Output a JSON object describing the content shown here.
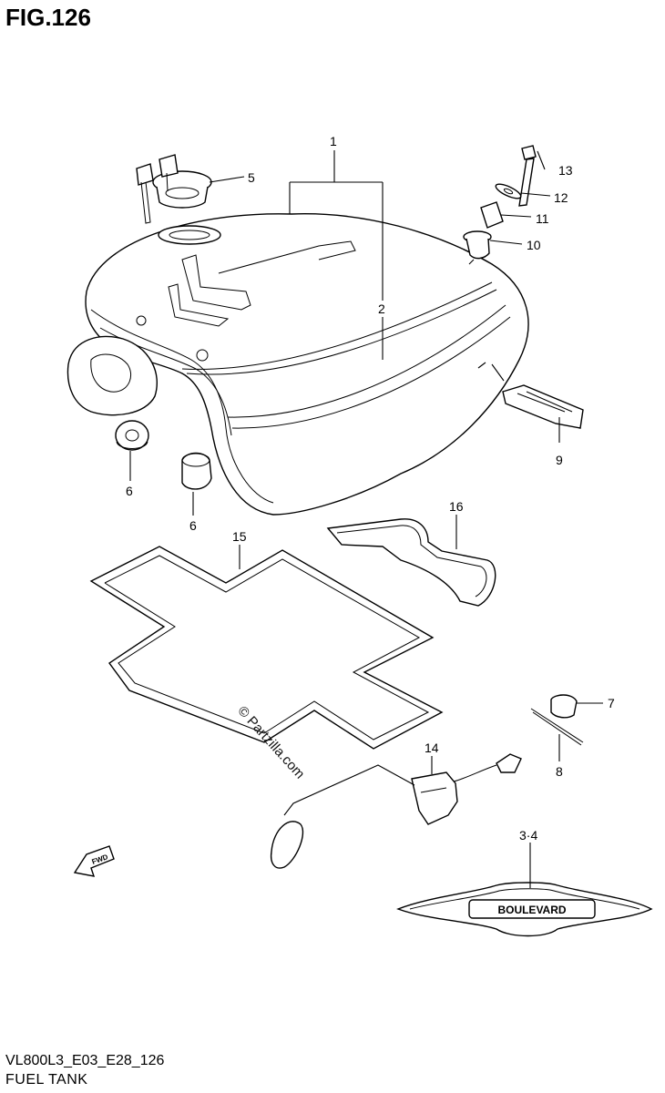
{
  "figure": {
    "title": "FIG.126",
    "code": "VL800L3_E03_E28_126",
    "name": "FUEL TANK",
    "watermark": "© Partzilla.com",
    "direction_mark": "FWD",
    "emblem_text": "BOULEVARD"
  },
  "callouts": [
    {
      "key": "c1",
      "label": "1"
    },
    {
      "key": "c2",
      "label": "2"
    },
    {
      "key": "c34",
      "label": "3·4"
    },
    {
      "key": "c5",
      "label": "5"
    },
    {
      "key": "c6a",
      "label": "6"
    },
    {
      "key": "c6b",
      "label": "6"
    },
    {
      "key": "c7",
      "label": "7"
    },
    {
      "key": "c8",
      "label": "8"
    },
    {
      "key": "c9",
      "label": "9"
    },
    {
      "key": "c10",
      "label": "10"
    },
    {
      "key": "c11",
      "label": "11"
    },
    {
      "key": "c12",
      "label": "12"
    },
    {
      "key": "c13",
      "label": "13"
    },
    {
      "key": "c14",
      "label": "14"
    },
    {
      "key": "c15",
      "label": "15"
    },
    {
      "key": "c16",
      "label": "16"
    }
  ]
}
